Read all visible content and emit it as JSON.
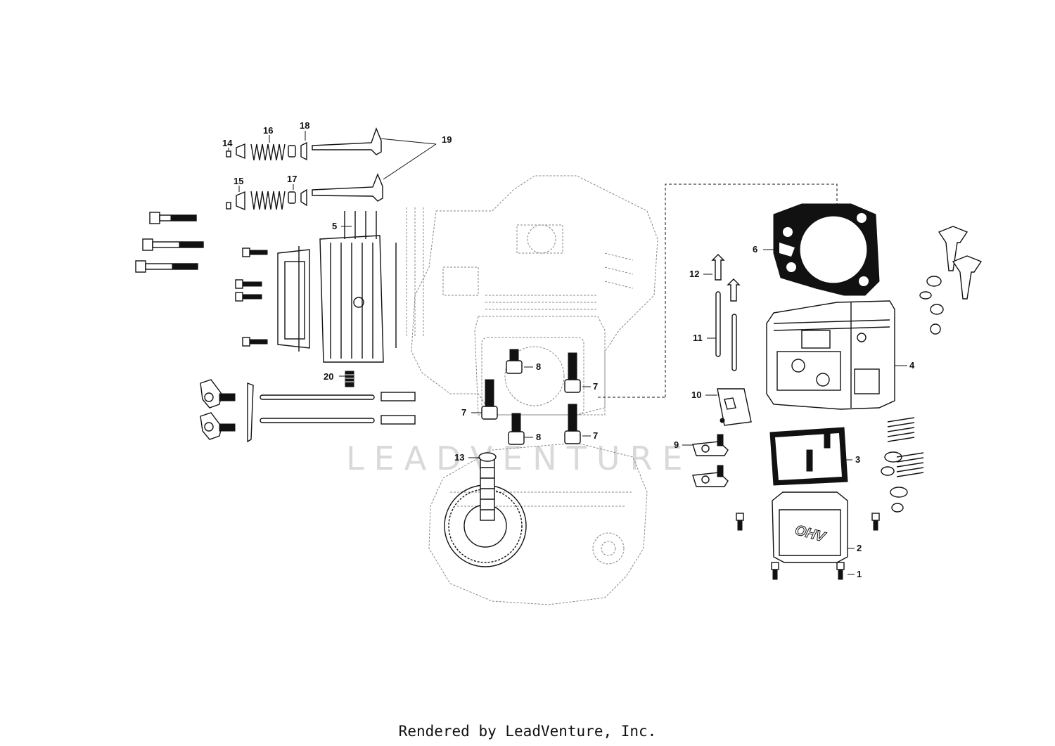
{
  "diagram": {
    "watermark": "LEADVENTURE",
    "callouts": {
      "c1": "1",
      "c2": "2",
      "c3": "3",
      "c4": "4",
      "c5": "5",
      "c6": "6",
      "c7": "7",
      "c8": "8",
      "c9": "9",
      "c10": "10",
      "c11": "11",
      "c12": "12",
      "c13": "13",
      "c14": "14",
      "c15": "15",
      "c16": "16",
      "c17": "17",
      "c18": "18",
      "c19": "19",
      "c20": "20"
    },
    "cover_text": "OHV"
  },
  "footer": {
    "text": "Rendered by LeadVenture, Inc."
  }
}
